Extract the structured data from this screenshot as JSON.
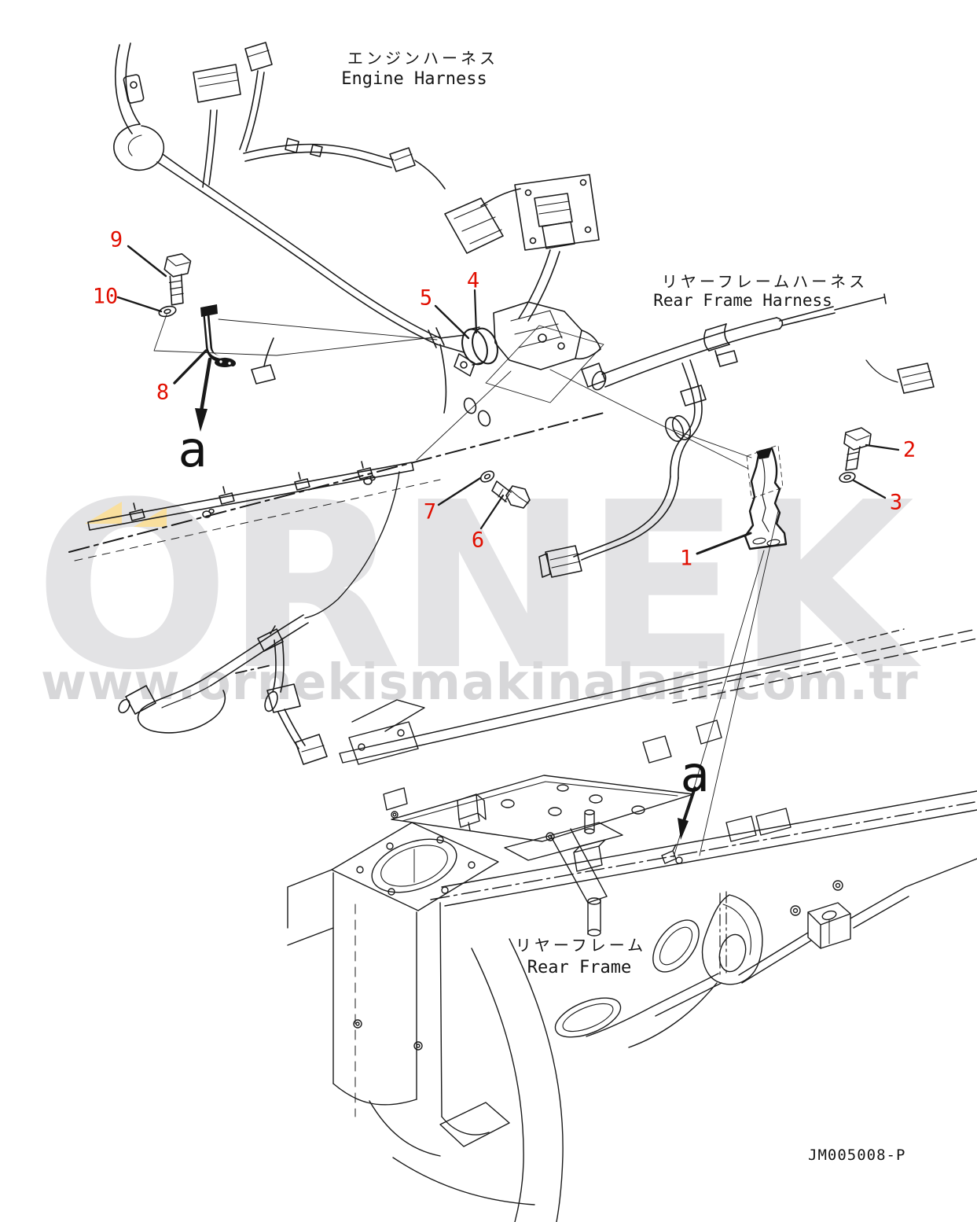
{
  "page": {
    "drawing_code": "JM005008-P"
  },
  "watermark": {
    "brand": "ORNEK",
    "url": "www.ornekismakinalari.com.tr"
  },
  "colors": {
    "callout": "#e10e00",
    "watermark_brand": "#e3e3e5",
    "watermark_url": "#d7d7d9",
    "line": "#1a1a1a",
    "highlight": "#f9df9d"
  },
  "labels": {
    "engine_harness": {
      "jp": "エンジンハーネス",
      "en": "Engine Harness"
    },
    "rear_frame_harness": {
      "jp": "リヤーフレームハーネス",
      "en": "Rear Frame Harness"
    },
    "rear_frame": {
      "jp": "リヤーフレーム",
      "en": "Rear Frame"
    }
  },
  "callouts": {
    "items": [
      {
        "label": "1"
      },
      {
        "label": "2"
      },
      {
        "label": "3"
      },
      {
        "label": "4"
      },
      {
        "label": "5"
      },
      {
        "label": "6"
      },
      {
        "label": "7"
      },
      {
        "label": "8"
      },
      {
        "label": "9"
      },
      {
        "label": "10"
      }
    ],
    "view_letters": [
      {
        "label": "a"
      },
      {
        "label": "a"
      }
    ]
  }
}
